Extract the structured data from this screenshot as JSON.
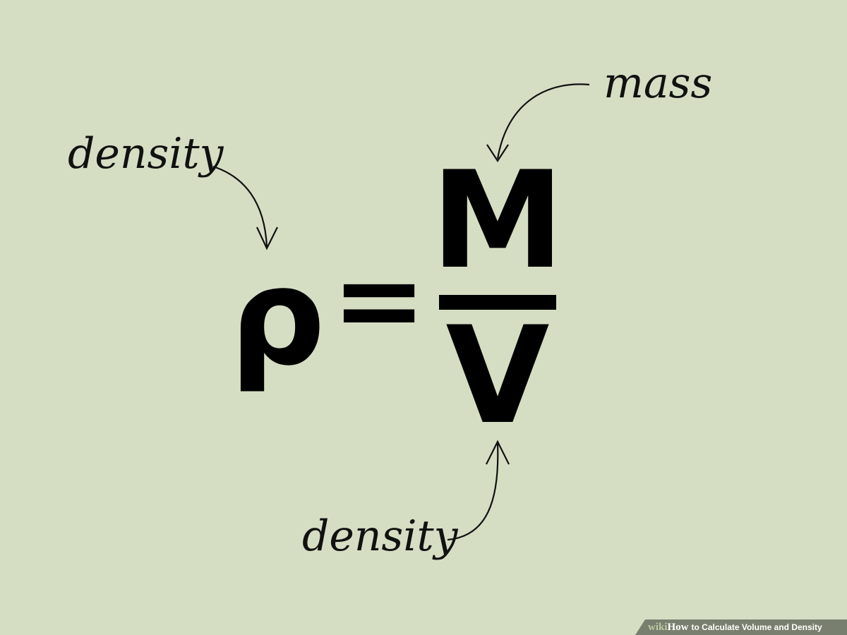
{
  "labels": {
    "mass": "mass",
    "density_top": "density",
    "density_bottom": "density"
  },
  "formula": {
    "rho": "ρ",
    "equals": "=",
    "numerator": "M",
    "denominator": "V"
  },
  "footer": {
    "brand_wiki": "wiki",
    "brand_how": "How",
    "title": "to Calculate Volume and Density"
  },
  "colors": {
    "background": "#d5dec3",
    "ink": "#000000"
  }
}
